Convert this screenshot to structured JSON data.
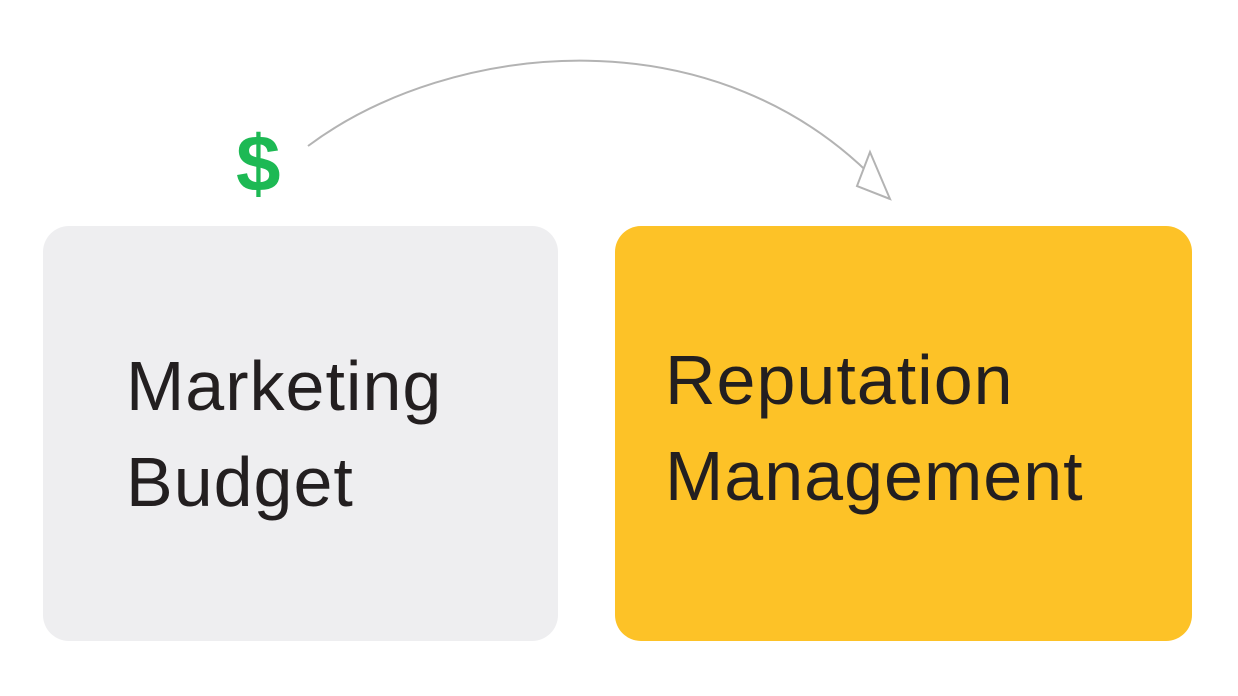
{
  "symbol": {
    "text": "$",
    "color": "#1db954"
  },
  "source_box": {
    "line1": "Marketing",
    "line2": "Budget",
    "color": "#eeeef0"
  },
  "target_box": {
    "line1": "Reputation",
    "line2": "Management",
    "color": "#fdc227"
  },
  "connector": {
    "color": "#b3b3b3"
  }
}
